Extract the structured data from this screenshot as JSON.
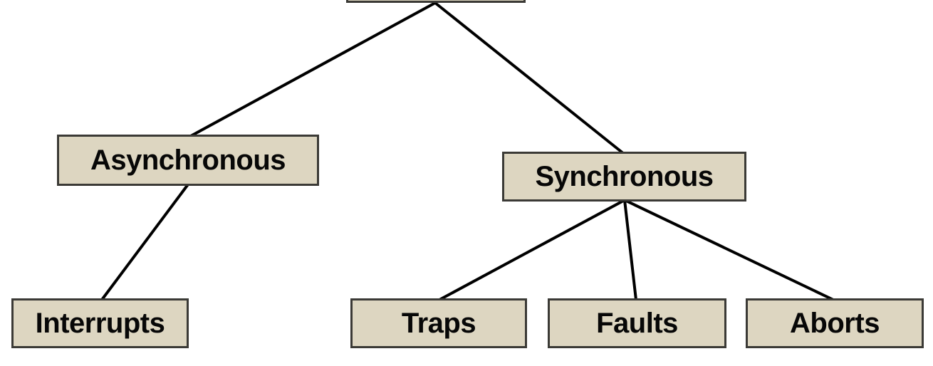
{
  "diagram": {
    "type": "tree",
    "description": "Exception classification tree (root box cut off at top of screenshot)",
    "colors": {
      "background": "#ffffff",
      "node_fill": "#ddd6c1",
      "node_border": "#3b3a36",
      "connector": "#000000",
      "text": "#070707"
    },
    "nodes": [
      {
        "id": "asynchronous",
        "label": "Asynchronous"
      },
      {
        "id": "synchronous",
        "label": "Synchronous"
      },
      {
        "id": "interrupts",
        "label": "Interrupts"
      },
      {
        "id": "traps",
        "label": "Traps"
      },
      {
        "id": "faults",
        "label": "Faults"
      },
      {
        "id": "aborts",
        "label": "Aborts"
      }
    ],
    "root": {
      "id": "root",
      "label": "",
      "visible": "bottom edge only"
    },
    "edges": [
      {
        "from": "root",
        "to": "asynchronous"
      },
      {
        "from": "root",
        "to": "synchronous"
      },
      {
        "from": "asynchronous",
        "to": "interrupts"
      },
      {
        "from": "synchronous",
        "to": "traps"
      },
      {
        "from": "synchronous",
        "to": "faults"
      },
      {
        "from": "synchronous",
        "to": "aborts"
      }
    ]
  }
}
